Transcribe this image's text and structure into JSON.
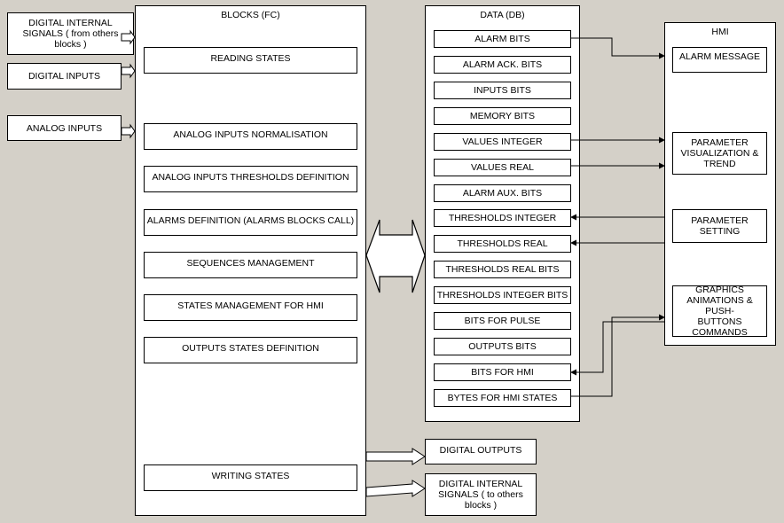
{
  "inputs": {
    "digital_internal": "DIGITAL INTERNAL SIGNALS ( from others blocks )",
    "digital": "DIGITAL INPUTS",
    "analog": "ANALOG INPUTS"
  },
  "blocks": {
    "title": "BLOCKS (FC)",
    "items": [
      "READING STATES",
      "ANALOG INPUTS NORMALISATION",
      "ANALOG INPUTS THRESHOLDS DEFINITION",
      "ALARMS DEFINITION (ALARMS BLOCKS CALL)",
      "SEQUENCES MANAGEMENT",
      "STATES MANAGEMENT FOR HMI",
      "OUTPUTS STATES DEFINITION",
      "WRITING STATES"
    ]
  },
  "data_db": {
    "title": "DATA (DB)",
    "items": [
      "ALARM BITS",
      "ALARM ACK. BITS",
      "INPUTS BITS",
      "MEMORY BITS",
      "VALUES INTEGER",
      "VALUES REAL",
      "ALARM AUX. BITS",
      "THRESHOLDS  INTEGER",
      "THRESHOLDS REAL",
      "THRESHOLDS REAL BITS",
      "THRESHOLDS  INTEGER  BITS",
      "BITS FOR PULSE",
      "OUTPUTS BITS",
      "BITS FOR HMI",
      "BYTES FOR HMI STATES"
    ]
  },
  "outputs": {
    "digital": "DIGITAL OUTPUTS",
    "digital_internal": "DIGITAL INTERNAL SIGNALS ( to others blocks )"
  },
  "hmi": {
    "title": "HMI",
    "items": [
      "ALARM MESSAGE",
      "PARAMETER VISUALIZATION & TREND",
      "PARAMETER SETTING",
      "GRAPHICS ANIMATIONS & PUSH-BUTTONS COMMANDS"
    ]
  },
  "colors": {
    "background": "#d4d0c8",
    "box": "#ffffff",
    "line": "#000000"
  }
}
